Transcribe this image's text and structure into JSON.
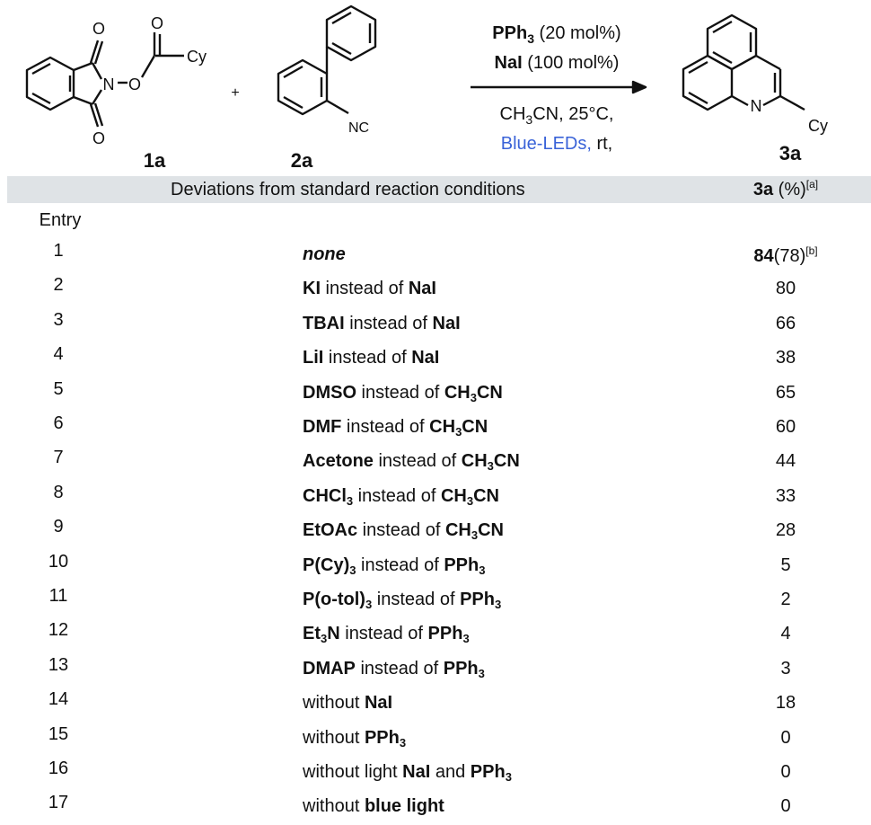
{
  "scheme": {
    "reactant1": {
      "label": "1a",
      "o_top": "O",
      "o_bottom": "O",
      "n": "N",
      "o_chain": "O",
      "o_carbonyl": "O",
      "cy": "Cy"
    },
    "plus": "+",
    "reactant2": {
      "label": "2a",
      "nc": "NC"
    },
    "conditions": {
      "line1_bold": "PPh",
      "line1_sub": "3",
      "line1_rest": " (20 mol%)",
      "line2_bold": "NaI",
      "line2_rest": " (100 mol%)",
      "line3_a": "CH",
      "line3_sub": "3",
      "line3_b": "CN, 25°C,",
      "line4_blue": "Blue-LEDs,",
      "line4_rest": " rt,"
    },
    "product": {
      "label": "3a",
      "n": "N",
      "cy": "Cy"
    }
  },
  "table": {
    "header": {
      "entry": "Entry",
      "deviation": "Deviations from standard reaction conditions",
      "yield_bold": "3a",
      "yield_rest": " (%)",
      "yield_note": "[a]"
    },
    "rows": [
      {
        "entry": "1",
        "parts": [
          {
            "t": "none",
            "s": "bi"
          }
        ],
        "yield_bold": "84",
        "yield_rest": "(78)",
        "yield_note": "[b]"
      },
      {
        "entry": "2",
        "parts": [
          {
            "t": "KI",
            "s": "b"
          },
          {
            "t": " instead of "
          },
          {
            "t": "NaI",
            "s": "b"
          }
        ],
        "yield": "80"
      },
      {
        "entry": "3",
        "parts": [
          {
            "t": "TBAI",
            "s": "b"
          },
          {
            "t": " instead of "
          },
          {
            "t": "NaI",
            "s": "b"
          }
        ],
        "yield": "66"
      },
      {
        "entry": "4",
        "parts": [
          {
            "t": "LiI",
            "s": "b"
          },
          {
            "t": " instead of "
          },
          {
            "t": "NaI",
            "s": "b"
          }
        ],
        "yield": "38"
      },
      {
        "entry": "5",
        "parts": [
          {
            "t": "DMSO",
            "s": "b"
          },
          {
            "t": " instead of "
          },
          {
            "t": "CH",
            "s": "b"
          },
          {
            "t": "3",
            "s": "bsub"
          },
          {
            "t": "CN",
            "s": "b"
          }
        ],
        "yield": "65"
      },
      {
        "entry": "6",
        "parts": [
          {
            "t": "DMF",
            "s": "b"
          },
          {
            "t": " instead of "
          },
          {
            "t": "CH",
            "s": "b"
          },
          {
            "t": "3",
            "s": "bsub"
          },
          {
            "t": "CN",
            "s": "b"
          }
        ],
        "yield": "60"
      },
      {
        "entry": "7",
        "parts": [
          {
            "t": "Acetone",
            "s": "b"
          },
          {
            "t": " instead of "
          },
          {
            "t": "CH",
            "s": "b"
          },
          {
            "t": "3",
            "s": "bsub"
          },
          {
            "t": "CN",
            "s": "b"
          }
        ],
        "yield": "44"
      },
      {
        "entry": "8",
        "parts": [
          {
            "t": "CHCl",
            "s": "b"
          },
          {
            "t": "3",
            "s": "bsub"
          },
          {
            "t": " instead of "
          },
          {
            "t": "CH",
            "s": "b"
          },
          {
            "t": "3",
            "s": "bsub"
          },
          {
            "t": "CN",
            "s": "b"
          }
        ],
        "yield": "33"
      },
      {
        "entry": "9",
        "parts": [
          {
            "t": "EtOAc",
            "s": "b"
          },
          {
            "t": " instead of "
          },
          {
            "t": "CH",
            "s": "b"
          },
          {
            "t": "3",
            "s": "bsub"
          },
          {
            "t": "CN",
            "s": "b"
          }
        ],
        "yield": "28"
      },
      {
        "entry": "10",
        "parts": [
          {
            "t": "P(Cy)",
            "s": "b"
          },
          {
            "t": "3",
            "s": "bsub"
          },
          {
            "t": " instead of "
          },
          {
            "t": "PPh",
            "s": "b"
          },
          {
            "t": "3",
            "s": "bsub"
          }
        ],
        "yield": "5"
      },
      {
        "entry": "11",
        "parts": [
          {
            "t": "P(o-tol)",
            "s": "b"
          },
          {
            "t": "3",
            "s": "bsub"
          },
          {
            "t": " instead of "
          },
          {
            "t": "PPh",
            "s": "b"
          },
          {
            "t": "3",
            "s": "bsub"
          }
        ],
        "yield": "2"
      },
      {
        "entry": "12",
        "parts": [
          {
            "t": "Et",
            "s": "b"
          },
          {
            "t": "3",
            "s": "bsub"
          },
          {
            "t": "N",
            "s": "b"
          },
          {
            "t": " instead of "
          },
          {
            "t": "PPh",
            "s": "b"
          },
          {
            "t": "3",
            "s": "bsub"
          }
        ],
        "yield": "4"
      },
      {
        "entry": "13",
        "parts": [
          {
            "t": "DMAP",
            "s": "b"
          },
          {
            "t": " instead of "
          },
          {
            "t": "PPh",
            "s": "b"
          },
          {
            "t": "3",
            "s": "bsub"
          }
        ],
        "yield": "3"
      },
      {
        "entry": "14",
        "parts": [
          {
            "t": "without "
          },
          {
            "t": "NaI",
            "s": "b"
          }
        ],
        "yield": "18"
      },
      {
        "entry": "15",
        "parts": [
          {
            "t": "without "
          },
          {
            "t": "PPh",
            "s": "b"
          },
          {
            "t": "3",
            "s": "bsub"
          }
        ],
        "yield": "0"
      },
      {
        "entry": "16",
        "parts": [
          {
            "t": "without light "
          },
          {
            "t": "NaI",
            "s": "b"
          },
          {
            "t": " and "
          },
          {
            "t": "PPh",
            "s": "b"
          },
          {
            "t": "3",
            "s": "bsub"
          }
        ],
        "yield": "0"
      },
      {
        "entry": "17",
        "parts": [
          {
            "t": "without "
          },
          {
            "t": "blue light",
            "s": "b"
          }
        ],
        "yield": "0"
      }
    ]
  }
}
